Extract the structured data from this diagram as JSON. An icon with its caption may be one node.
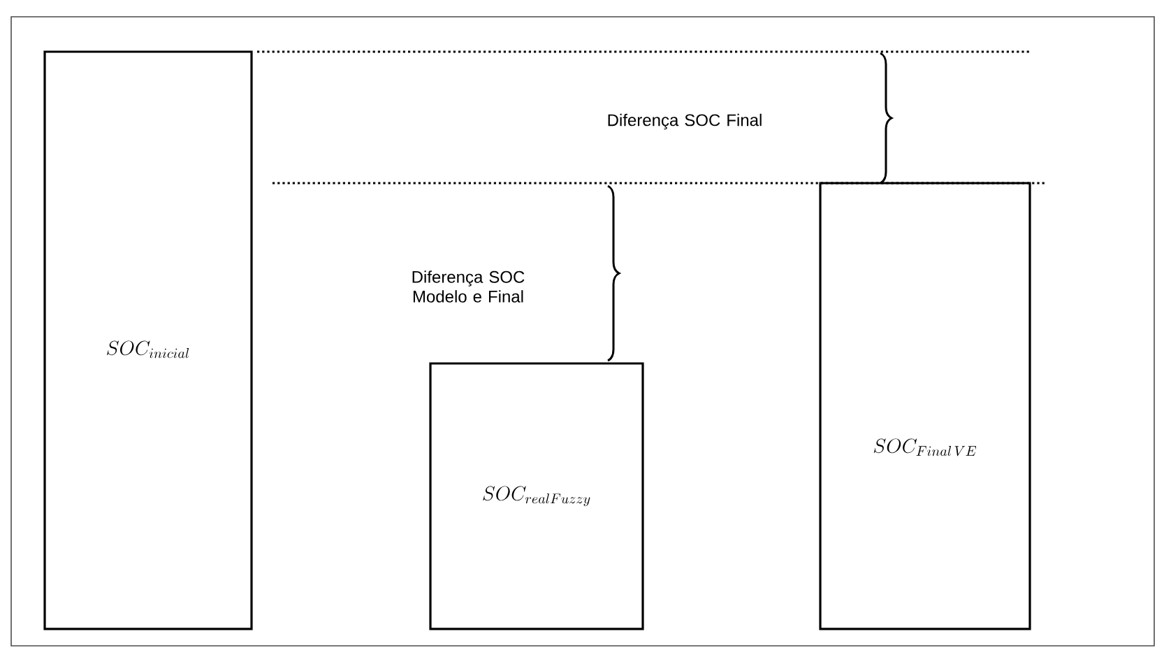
{
  "diagram": {
    "nodes": [
      {
        "text": [
          "SOC_{inicial}"
        ]
      },
      {
        "text": [
          "SOC_{realFuzzy}"
        ]
      },
      {
        "text": [
          "SOC_{Final\\,VE}"
        ]
      }
    ],
    "labels": [
      "Diferença SOC Final",
      "Diferença SOC Modelo e Final"
    ]
  }
}
